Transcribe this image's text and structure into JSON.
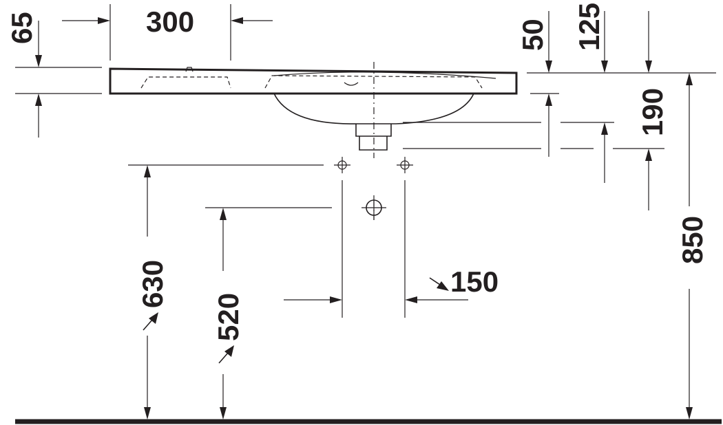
{
  "drawing": {
    "dimensions": {
      "d65": "65",
      "d300": "300",
      "d50": "50",
      "d125": "125",
      "d190": "190",
      "d850": "850",
      "d150": "150",
      "d630": "630",
      "d520": "520"
    },
    "colors": {
      "ink": "#231f20",
      "background": "#ffffff"
    }
  }
}
